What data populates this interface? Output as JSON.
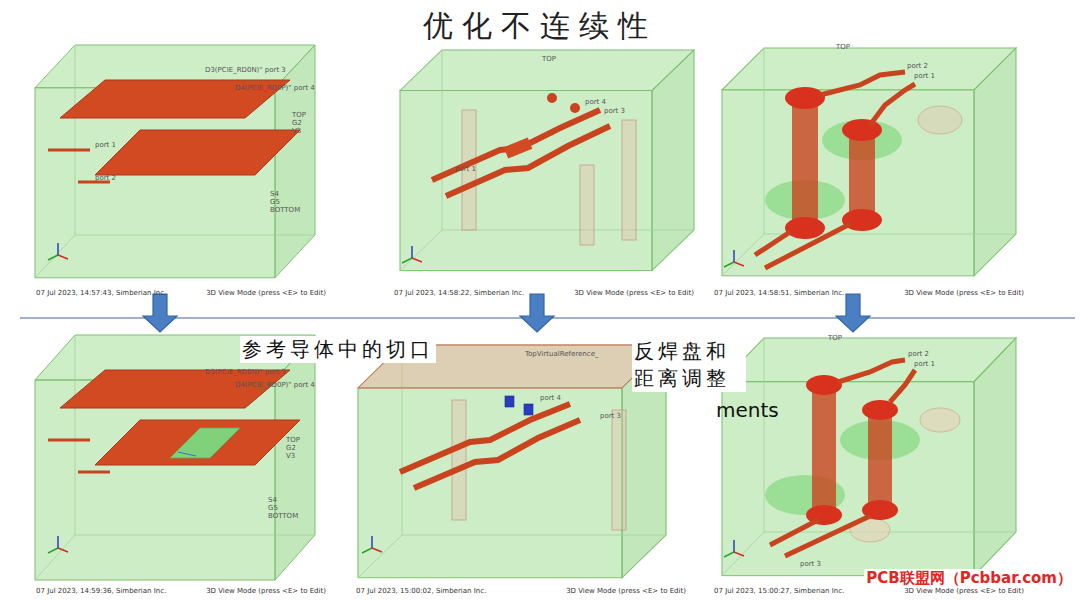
{
  "diagram": {
    "title": "优化不连续性",
    "nodes": [
      {
        "text": [
          "07 Jul 2023, 14:57:43, Simberian Inc.",
          "3D View Mode (press <E> to Edit)"
        ]
      },
      {
        "text": [
          "07 Jul 2023, 14:58:22, Simberian Inc.",
          "3D View Mode (press <E> to Edit)"
        ]
      },
      {
        "text": [
          "07 Jul 2023, 14:58:51, Simberian Inc.",
          "3D View Mode (press <E> to Edit)"
        ]
      },
      {
        "text": [
          "07 Jul 2023, 14:59:36, Simberian Inc.",
          "3D View Mode (press <E> to Edit)"
        ]
      },
      {
        "text": [
          "07 Jul 2023, 15:00:02, Simberian Inc.",
          "3D View Mode (press <E> to Edit)"
        ]
      },
      {
        "text": [
          "07 Jul 2023, 15:00:27, Simberian Inc.",
          "3D View Mode (press <E> to Edit)"
        ]
      }
    ],
    "edges": [
      {
        "from": 0,
        "to": 3,
        "arrow": "to"
      },
      {
        "from": 1,
        "to": 4,
        "arrow": "to"
      },
      {
        "from": 2,
        "to": 5,
        "arrow": "to"
      }
    ],
    "labels": [
      "参考导体中的切口",
      "反焊盘和 距离调整",
      "ments",
      "PCB联盟网（Pcbbar.com）",
      "D3(PCIE_RD0N)\" port 3",
      "D4(PCIE_RD0P)\" port 4",
      "port 1",
      "port 2",
      "TOP",
      "G2",
      "V3",
      "S4",
      "G5",
      "BOTTOM",
      "TOP",
      "port 4",
      "port 3",
      "port 1",
      "TOP",
      "port 2",
      "port 1",
      "D3(PCIE_RD0N)\" port 3",
      "D4(PCIE_RD0P)\" port 4",
      "TOP",
      "G2",
      "V3",
      "S4",
      "G5",
      "BOTTOM",
      "TopVirtualReference_",
      "port 4",
      "port 3",
      "TOP",
      "port 2",
      "port 1",
      "port 3"
    ]
  }
}
